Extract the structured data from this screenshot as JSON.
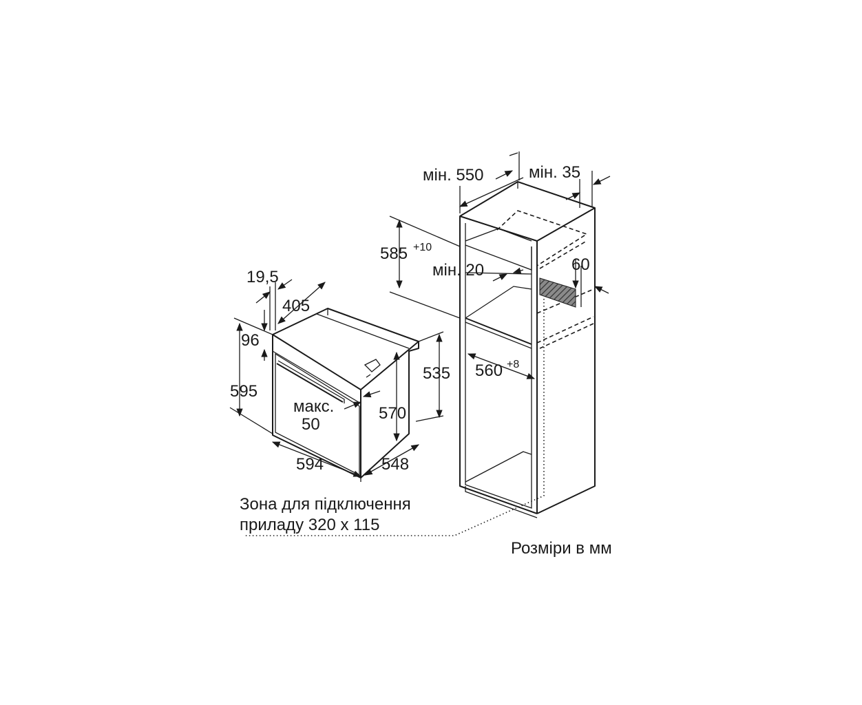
{
  "oven": {
    "dim_19_5": "19,5",
    "dim_405": "405",
    "dim_96": "96",
    "dim_595": "595",
    "dim_535": "535",
    "dim_570": "570",
    "dim_594": "594",
    "dim_548": "548",
    "max_label": "макс.",
    "max_value": "50"
  },
  "cabinet": {
    "min_550": "мін. 550",
    "min_35": "мін. 35",
    "dim_585": "585",
    "dim_585_tol": "+10",
    "min_20": "мін. 20",
    "dim_60": "60",
    "dim_560": "560",
    "dim_560_tol": "+8"
  },
  "connection_zone": {
    "line1": "Зона для підключення",
    "line2": "приладу 320 x 115"
  },
  "units_note": "Розміри в мм",
  "colors": {
    "line": "#1a1a1a",
    "background": "#ffffff"
  }
}
